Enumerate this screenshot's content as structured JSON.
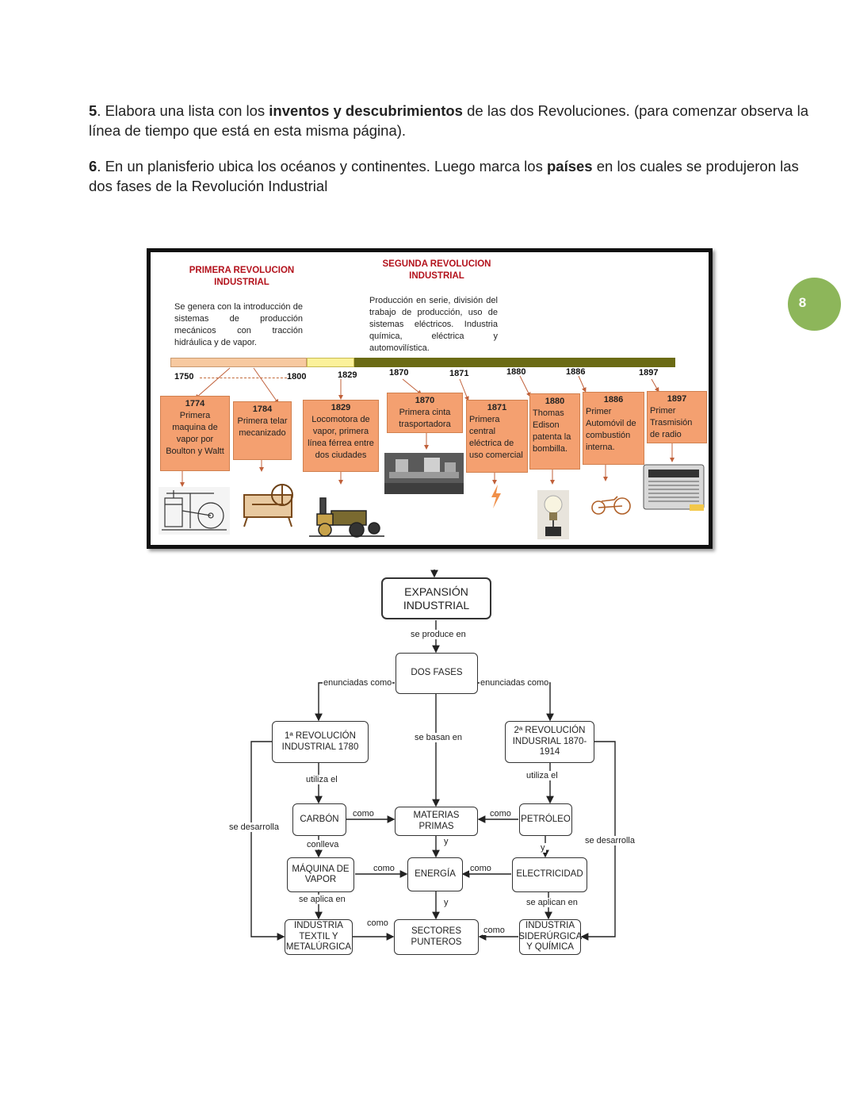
{
  "questions": {
    "q5_num": "5",
    "q5_a": ". Elabora una lista con los ",
    "q5_bold": "inventos y descubrimientos",
    "q5_b": " de las dos Revoluciones. (para comenzar observa la línea de tiempo que está en esta misma página).",
    "q6_num": "6",
    "q6_a": ". En un planisferio ubica los océanos y continentes. Luego marca los ",
    "q6_bold": "países",
    "q6_b": " en los cuales se produjeron las dos fases de la Revolución Industrial"
  },
  "page_number": "8",
  "timeline": {
    "first_title": "PRIMERA REVOLUCION INDUSTRIAL",
    "first_desc": "Se genera con la introducción de sistemas de producción mecánicos con tracción hidráulica y de vapor.",
    "second_title": "SEGUNDA REVOLUCION INDUSTRIAL",
    "second_desc": "Producción en serie, división del trabajo de producción, uso de sistemas eléctricos. Industria química, eléctrica y automovilística.",
    "years": [
      "1750",
      "1800",
      "1829",
      "1870",
      "1871",
      "1880",
      "1886",
      "1897"
    ],
    "events": [
      {
        "year": "1774",
        "text": "Primera maquina de vapor por Boulton y Waltt"
      },
      {
        "year": "1784",
        "text": "Primera telar mecanizado"
      },
      {
        "year": "1829",
        "text": "Locomotora de vapor, primera línea férrea entre dos ciudades"
      },
      {
        "year": "1870",
        "text": "Primera cinta trasportadora"
      },
      {
        "year": "1871",
        "text": "Primera central eléctrica de uso comercial"
      },
      {
        "year": "1880",
        "text": "Thomas Edison patenta la bombilla."
      },
      {
        "year": "1886",
        "text": "Primer Automóvil de combustión interna."
      },
      {
        "year": "1897",
        "text": "Primer Trasmisión de radio"
      }
    ],
    "colors": {
      "bar1": "#f7c9a0",
      "bar2": "#fbf19a",
      "bar3": "#6b6b14",
      "box": "#f4a070",
      "title": "#b3121c"
    }
  },
  "flowchart": {
    "nodes": {
      "expansion": "EXPANSIÓN INDUSTRIAL",
      "dos_fases": "DOS FASES",
      "rev1": "1ª REVOLUCIÓN INDUSTRIAL 1780",
      "rev2": "2ª REVOLUCIÓN INDUSRIAL 1870-1914",
      "carbon": "CARBÓN",
      "materias": "MATERIAS PRIMAS",
      "petroleo": "PETRÓLEO",
      "maquina": "MÁQUINA DE VAPOR",
      "energia": "ENERGÍA",
      "electricidad": "ELECTRICIDAD",
      "textil": "INDUSTRIA TEXTIL Y METALÚRGICA",
      "sectores": "SECTORES PUNTEROS",
      "siderurgica": "INDUSTRIA SIDERÚRGICA Y QUÍMICA"
    },
    "labels": {
      "se_produce_en": "se produce en",
      "enunciadas_como": "enunciadas como",
      "se_basan_en": "se basan en",
      "utiliza_el": "utiliza el",
      "como": "como",
      "se_desarrolla": "se desarrolla",
      "conlleva": "conlleva",
      "y": "y",
      "se_aplica_en": "se aplica en",
      "se_aplican_en": "se aplican en"
    }
  }
}
